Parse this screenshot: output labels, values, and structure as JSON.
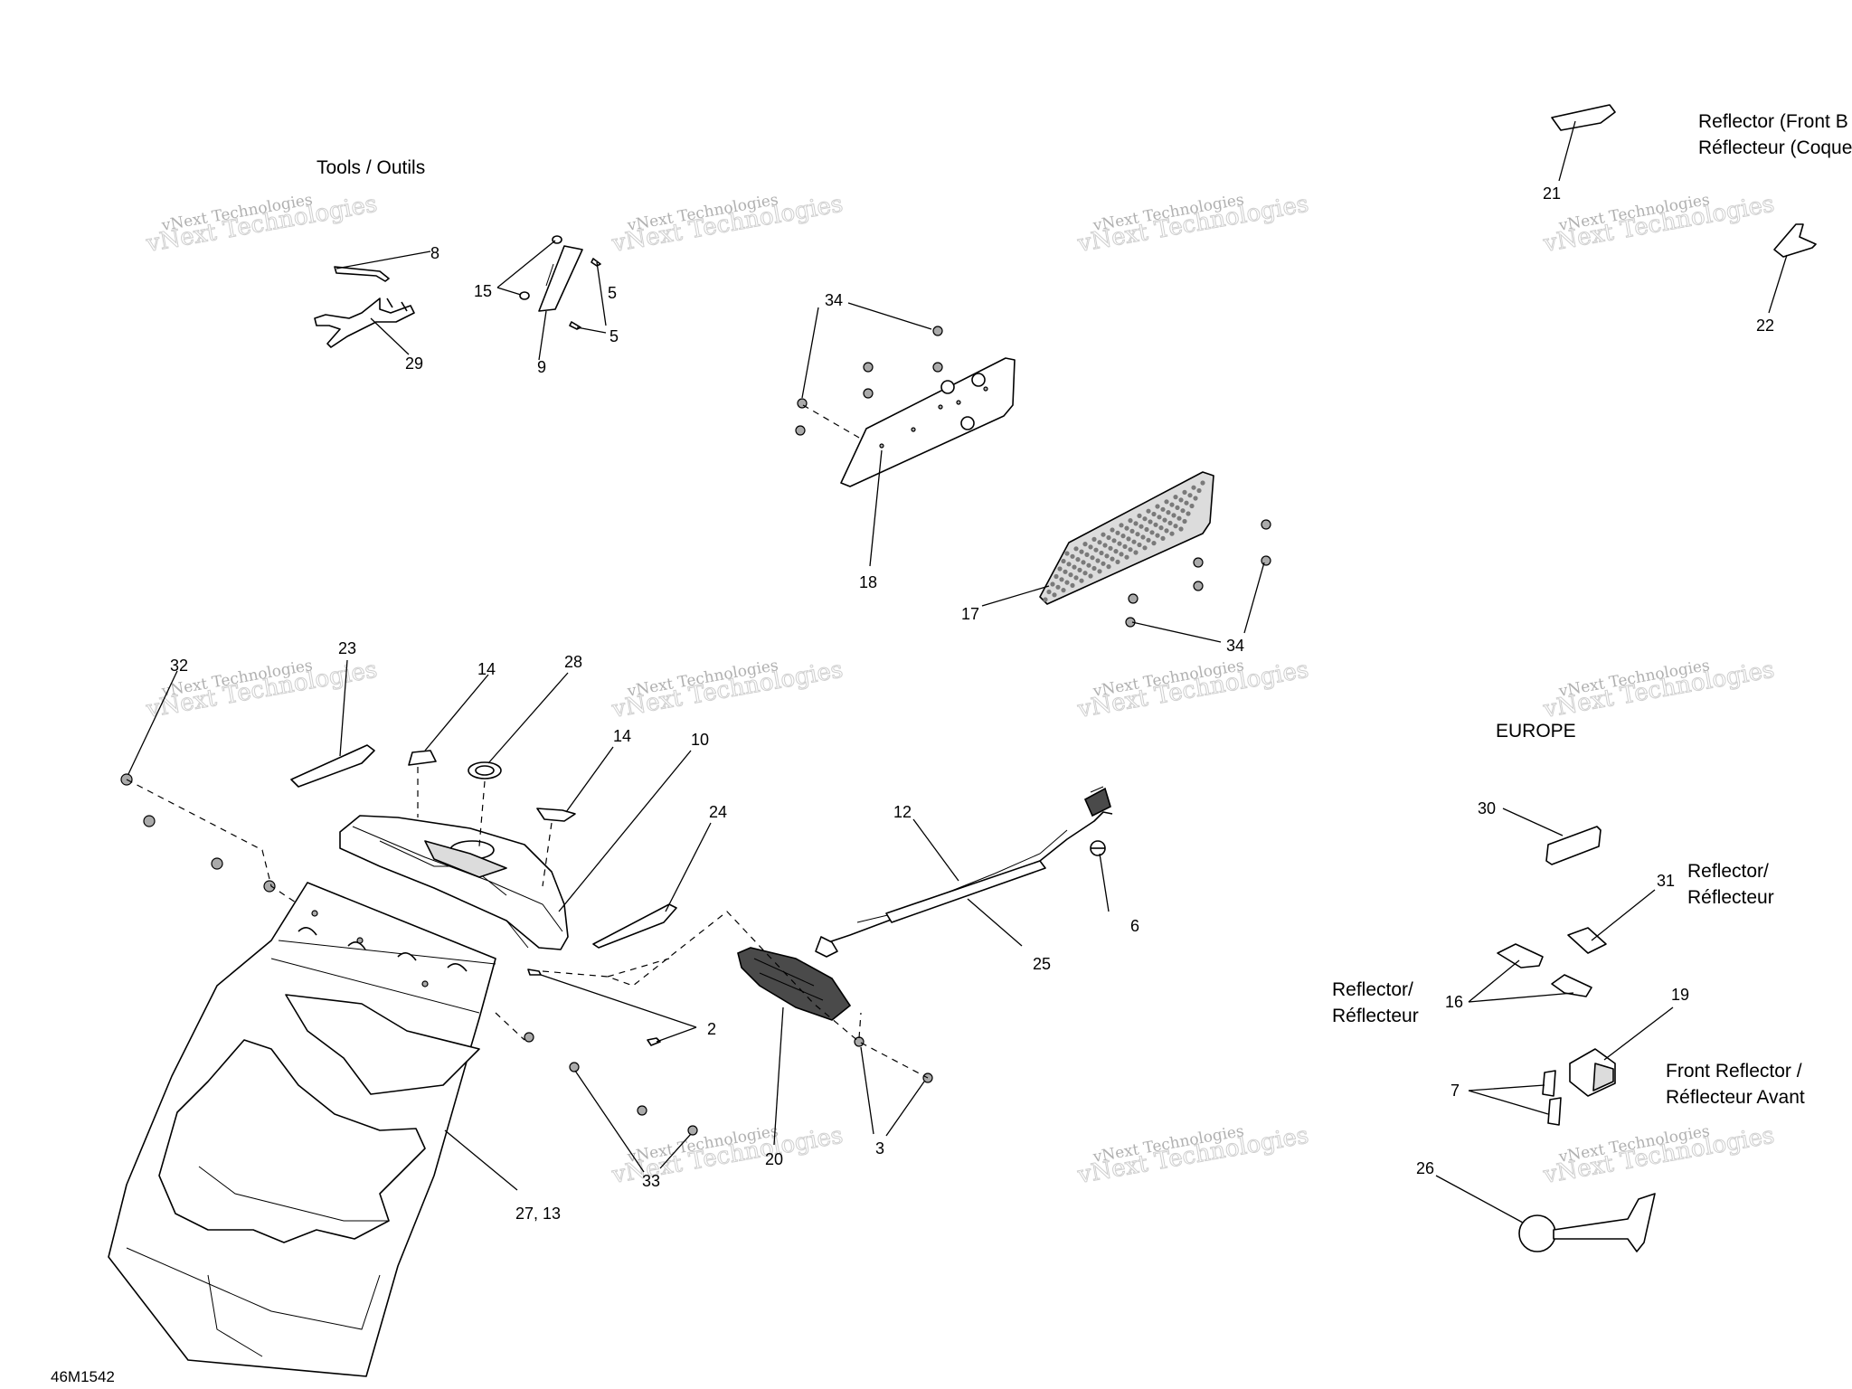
{
  "drawing_code": "46M1542",
  "captions": {
    "tools": "Tools / Outils",
    "reflector_front_1": "Reflector (Front B",
    "reflector_front_2": "Réflecteur (Coque",
    "europe": "EUROPE",
    "reflector_31_1": "Reflector/",
    "reflector_31_2": "Réflecteur",
    "reflector_16_1": "Reflector/",
    "reflector_16_2": "Réflecteur",
    "front_reflector_1": "Front Reflector /",
    "front_reflector_2": "Réflecteur Avant"
  },
  "watermark": {
    "line1": "vNext Technologies",
    "line2": "vNext Technologies"
  },
  "callouts": {
    "c8": "8",
    "c29": "29",
    "c15": "15",
    "c9": "9",
    "c5a": "5",
    "c5b": "5",
    "c34a": "34",
    "c34b": "34",
    "c18": "18",
    "c17": "17",
    "c21": "21",
    "c22": "22",
    "c32": "32",
    "c23": "23",
    "c14a": "14",
    "c14b": "14",
    "c28": "28",
    "c10": "10",
    "c24": "24",
    "c12": "12",
    "c6": "6",
    "c25": "25",
    "c2": "2",
    "c3": "3",
    "c20": "20",
    "c33": "33",
    "c27_13": "27, 13",
    "c30": "30",
    "c31": "31",
    "c16": "16",
    "c19": "19",
    "c7": "7",
    "c26": "26"
  },
  "colors": {
    "line": "#000000",
    "background": "#ffffff",
    "watermark": "#b0b0b0"
  }
}
